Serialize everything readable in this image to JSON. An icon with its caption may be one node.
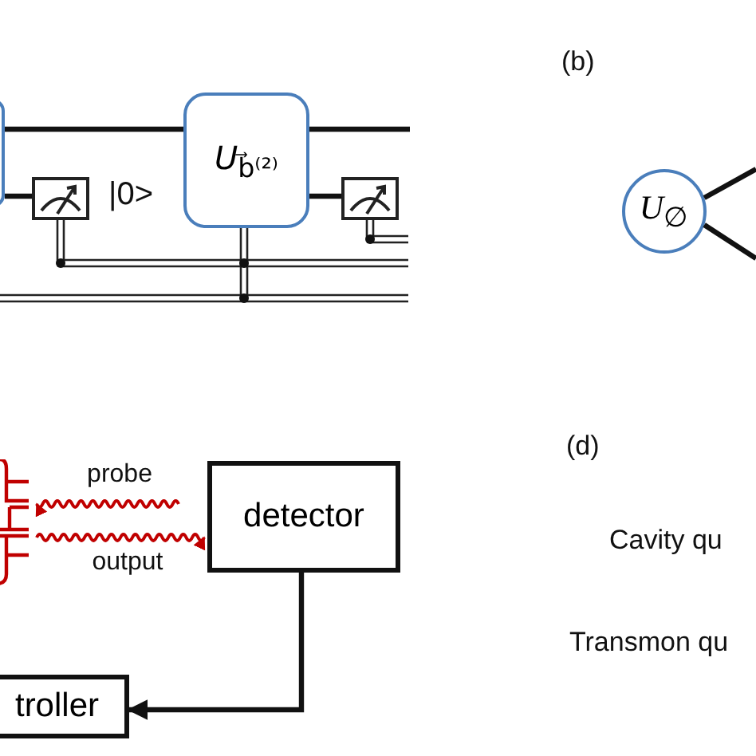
{
  "diagram": {
    "nodes": [
      {
        "text": [],
        "shape": "box"
      },
      {
        "text": [],
        "shape": "meter"
      },
      {
        "text": [
          "*U*$_{b⃗⁽²⁾}$"
        ]
      },
      {
        "text": [],
        "shape": "meter"
      },
      {
        "text": [
          "*U*$_{∅}$"
        ]
      },
      {
        "text": [],
        "shape": "circuit"
      },
      {
        "text": [
          "detector"
        ]
      },
      {
        "text": [
          "troller"
        ]
      }
    ],
    "edges": [
      {
        "from": 0,
        "to": 2,
        "arrow": "none"
      },
      {
        "from": 0,
        "to": 1,
        "arrow": "none"
      },
      {
        "from": 2,
        "to": null,
        "arrow": "none"
      },
      {
        "from": 2,
        "to": 3,
        "arrow": "none"
      },
      {
        "from": 4,
        "to": null,
        "arrow": "none"
      },
      {
        "from": 4,
        "to": null,
        "arrow": "none"
      },
      {
        "from": null,
        "to": 5,
        "arrow": "to",
        "label": "probe",
        "color": "#c00000"
      },
      {
        "from": 5,
        "to": 6,
        "arrow": "to",
        "label": "output",
        "color": "#c00000"
      },
      {
        "from": 6,
        "to": 7,
        "arrow": "to"
      }
    ],
    "labels": [
      "|0>",
      "(b)",
      "(d)",
      "Cavity qu",
      "Transmon qu"
    ]
  }
}
